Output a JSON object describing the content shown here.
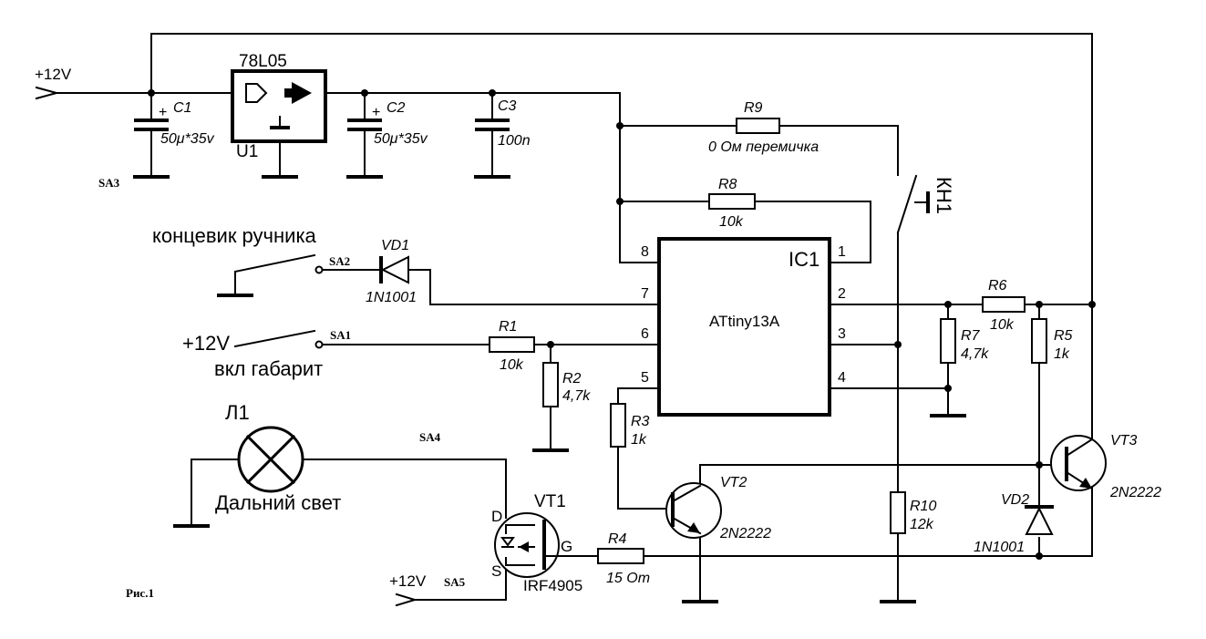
{
  "labels": {
    "v12_top": "+12V",
    "v12_sa1": "+12V",
    "v12_bottom": "+12V",
    "sa1": "SA1",
    "sa2": "SA2",
    "sa3": "SA3",
    "sa4": "SA4",
    "sa5": "SA5",
    "handbrake": "концевик ручника",
    "parking": "вкл габарит",
    "highbeam": "Дальний свет",
    "lamp": "Л1",
    "figure": "Рис.1"
  },
  "components": {
    "u1": {
      "type": "78L05",
      "ref": "U1"
    },
    "c1": {
      "ref": "C1",
      "value": "50μ*35v"
    },
    "c2": {
      "ref": "C2",
      "value": "50μ*35v"
    },
    "c3": {
      "ref": "C3",
      "value": "100n"
    },
    "r1": {
      "ref": "R1",
      "value": "10k"
    },
    "r2": {
      "ref": "R2",
      "value": "4,7k"
    },
    "r3": {
      "ref": "R3",
      "value": "1k"
    },
    "r4": {
      "ref": "R4",
      "value": "15 Om"
    },
    "r5": {
      "ref": "R5",
      "value": "1k"
    },
    "r6": {
      "ref": "R6",
      "value": "10k"
    },
    "r7": {
      "ref": "R7",
      "value": "4,7k"
    },
    "r8": {
      "ref": "R8",
      "value": "10k"
    },
    "r9": {
      "ref": "R9",
      "value": "0 Ом перемичка"
    },
    "r10": {
      "ref": "R10",
      "value": "12k"
    },
    "vd1": {
      "ref": "VD1",
      "value": "1N1001"
    },
    "vd2": {
      "ref": "VD2",
      "value": "1N1001"
    },
    "vt1": {
      "ref": "VT1",
      "value": "IRF4905",
      "pin_d": "D",
      "pin_g": "G",
      "pin_s": "S"
    },
    "vt2": {
      "ref": "VT2",
      "value": "2N2222"
    },
    "vt3": {
      "ref": "VT3",
      "value": "2N2222"
    },
    "kn1": {
      "ref": "КН1"
    },
    "ic1": {
      "ref": "IC1",
      "part": "ATtiny13A",
      "pins": [
        "1",
        "2",
        "3",
        "4",
        "5",
        "6",
        "7",
        "8"
      ]
    }
  }
}
